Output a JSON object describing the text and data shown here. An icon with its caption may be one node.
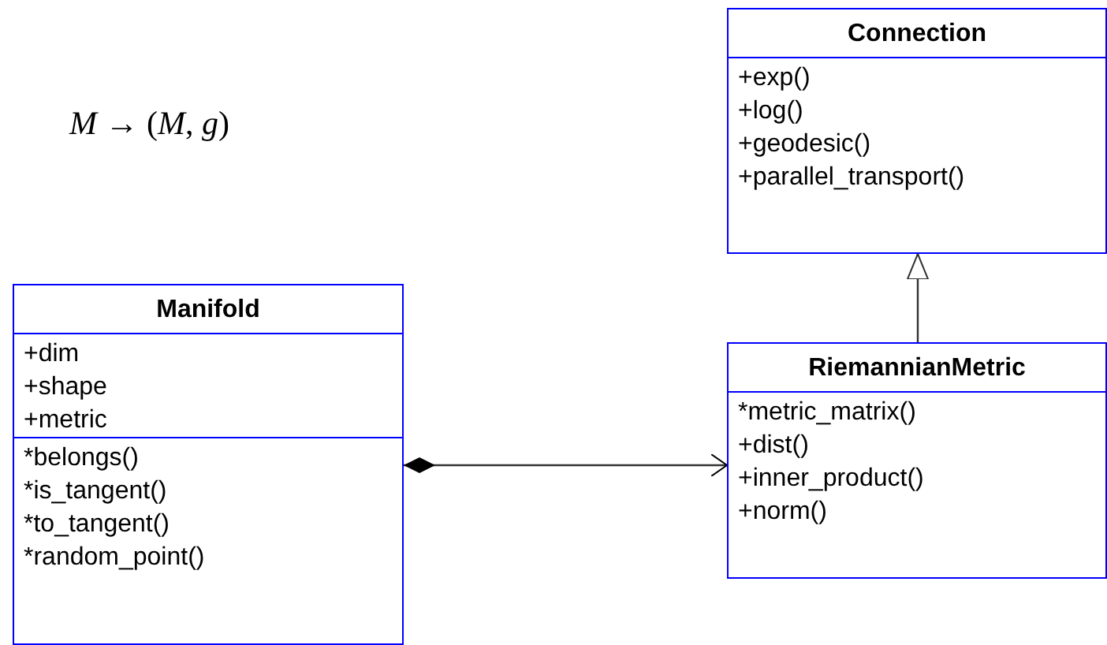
{
  "diagram": {
    "nodes": [
      {
        "text": [
          "Connection",
          "+exp() +log() +geodesic() +parallel_transport()"
        ]
      },
      {
        "text": [
          "Manifold",
          "+dim +shape +metric",
          "*belongs() *is_tangent() *to_tangent() *random_point()"
        ]
      },
      {
        "text": [
          "RiemannianMetric",
          "*metric_matrix() +dist() +inner_product() +norm()"
        ]
      }
    ],
    "edges": [
      {
        "from": 1,
        "to": 2,
        "arrow": "to"
      },
      {
        "from": 2,
        "to": 0,
        "arrow": "to"
      }
    ],
    "labels": [
      "*M* → (*M*, *g*)"
    ]
  }
}
